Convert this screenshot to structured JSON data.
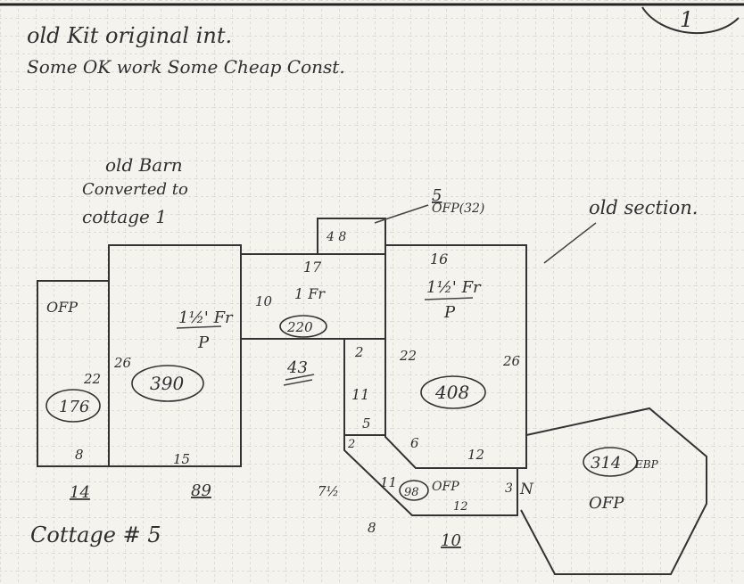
{
  "notes": {
    "line1": "old Kit original int.",
    "line2": "Some OK work Some Cheap Const.",
    "barn_line1": "old Barn",
    "barn_line2": "Converted to",
    "barn_line3": "cottage 1",
    "old_section": "old section.",
    "cottage_label": "Cottage # 5",
    "page_number": "1"
  },
  "plan": {
    "ofp_left": "OFP",
    "ofp_left_area": "176",
    "dim_22": "22",
    "dim_8_left": "8",
    "under_14": "14",
    "section_a_type_line1": "1½' Fr",
    "section_a_type_line2": "P",
    "section_a_area": "390",
    "section_a_dim_26": "26",
    "section_a_dim_15": "15",
    "under_89": "89",
    "connector_dim_17": "17",
    "connector_dim_10": "10",
    "connector_type": "1 Fr",
    "connector_area": "220",
    "small_box_dims": "4 8",
    "ofp_top_label": "OFP(32)",
    "ofp_top_number": "5",
    "dim_2_top": "2",
    "open_area": "43",
    "section_b_type_line1": "1½' Fr",
    "section_b_type_line2": "P",
    "section_b_area": "408",
    "section_b_dim_16": "16",
    "section_b_dim_22": "22",
    "section_b_dim_26": "26",
    "section_b_dim_12": "12",
    "dim_11_upper": "11",
    "dim_5": "5",
    "dim_2_lower": "2",
    "dim_6": "6",
    "dim_11_lower": "11",
    "ofp_lower_area": "98",
    "ofp_lower_label": "OFP",
    "ofp_lower_dim_12": "12",
    "dim_7": "7½",
    "dim_8_bottom": "8",
    "under_10": "10",
    "dim_3": "3",
    "dim_N": "N",
    "ofp_right_area": "314",
    "ofp_right_note": "EBP",
    "ofp_right_label": "OFP"
  }
}
